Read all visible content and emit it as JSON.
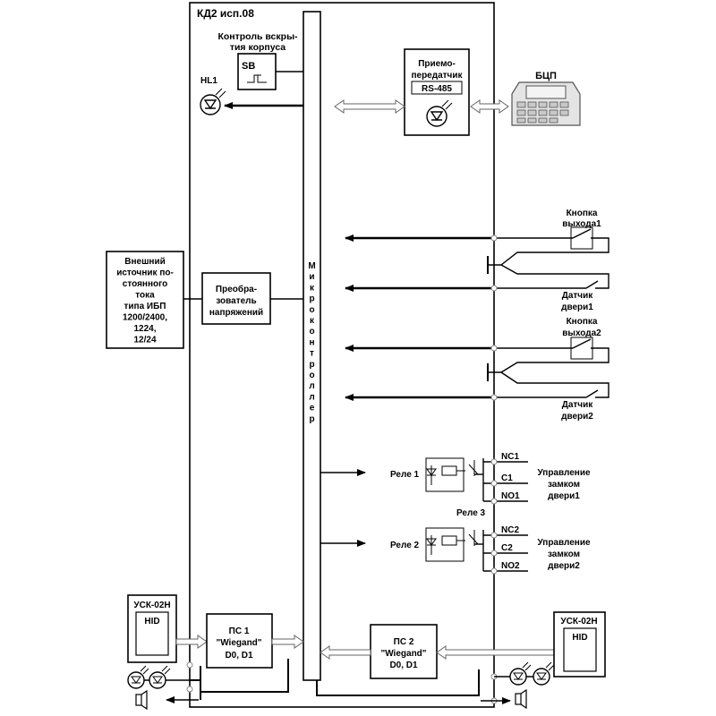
{
  "device_title": "КД2 исп.08",
  "tamper": {
    "label_line1": "Контроль вскры-",
    "label_line2": "тия корпуса",
    "switch": "SB"
  },
  "led_hl1": "HL1",
  "transceiver": {
    "line1": "Приемо-",
    "line2": "передатчик",
    "protocol": "RS-485"
  },
  "bcp_label": "БЦП",
  "power_source": {
    "lines": [
      "Внешний",
      "источник по-",
      "стоянного",
      "тока",
      "типа ИБП",
      "1200/2400,",
      "1224,",
      "12/24"
    ]
  },
  "converter": {
    "lines": [
      "Преобра-",
      "зователь",
      "напряжений"
    ]
  },
  "microcontroller": "Микроконтроллер",
  "exit_button_1": [
    "Кнопка",
    "выхода1"
  ],
  "door_sensor_1": [
    "Датчик",
    "двери1"
  ],
  "exit_button_2": [
    "Кнопка",
    "выхода2"
  ],
  "door_sensor_2": [
    "Датчик",
    "двери2"
  ],
  "relay_1": "Реле 1",
  "relay_2": "Реле 2",
  "relay_3": "Реле 3",
  "lock_1": {
    "nc": "NC1",
    "c": "C1",
    "no": "NO1",
    "lines": [
      "Управление",
      "замком",
      "двери1"
    ]
  },
  "lock_2": {
    "nc": "NC2",
    "c": "C2",
    "no": "NO2",
    "lines": [
      "Управление",
      "замком",
      "двери2"
    ]
  },
  "reader_left": {
    "model": "УСК-02Н",
    "type": "HID"
  },
  "reader_right": {
    "model": "УСК-02Н",
    "type": "HID"
  },
  "ps1": {
    "line1": "ПС 1",
    "line2": "\"Wiegand\"",
    "line3": "D0, D1"
  },
  "ps2": {
    "line1": "ПС 2",
    "line2": "\"Wiegand\"",
    "line3": "D0, D1"
  }
}
